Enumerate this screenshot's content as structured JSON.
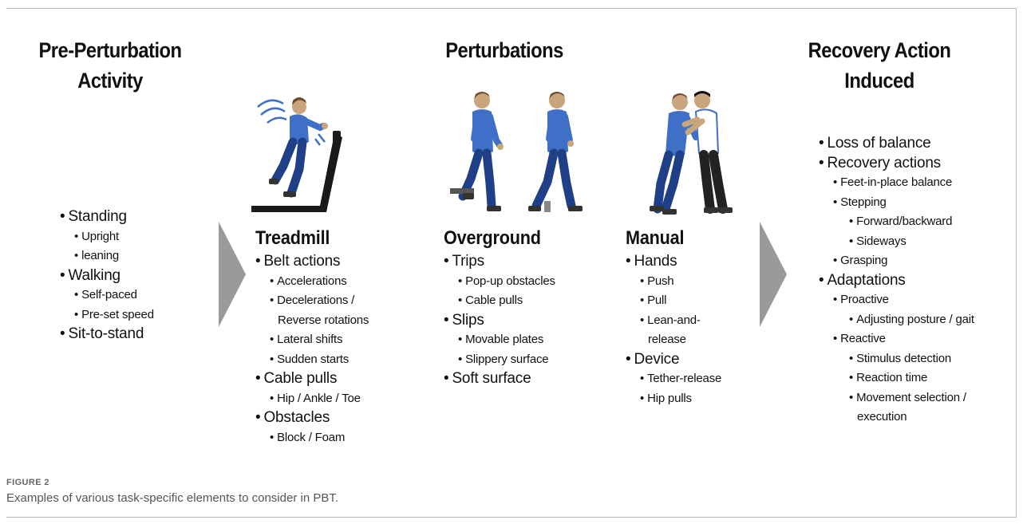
{
  "headers": {
    "pre_line1": "Pre-Perturbation",
    "pre_line2": "Activity",
    "perturbations": "Perturbations",
    "recovery_line1": "Recovery Action",
    "recovery_line2": "Induced"
  },
  "pre_activity": [
    {
      "text": "Standing",
      "level": 1
    },
    {
      "text": "Upright",
      "level": 2
    },
    {
      "text": "leaning",
      "level": 2
    },
    {
      "text": "Walking",
      "level": 1
    },
    {
      "text": "Self-paced",
      "level": 2
    },
    {
      "text": "Pre-set speed",
      "level": 2
    },
    {
      "text": "Sit-to-stand",
      "level": 1
    }
  ],
  "treadmill": {
    "title": "Treadmill",
    "items": [
      {
        "text": "Belt actions",
        "level": 1
      },
      {
        "text": "Accelerations",
        "level": 2
      },
      {
        "text": "Decelerations /",
        "level": 2
      },
      {
        "text": "Reverse rotations",
        "level": 0
      },
      {
        "text": "Lateral shifts",
        "level": 2
      },
      {
        "text": "Sudden starts",
        "level": 2
      },
      {
        "text": "Cable pulls",
        "level": 1
      },
      {
        "text": "Hip / Ankle / Toe",
        "level": 2
      },
      {
        "text": "Obstacles",
        "level": 1
      },
      {
        "text": "Block / Foam",
        "level": 2
      }
    ]
  },
  "overground": {
    "title": "Overground",
    "items": [
      {
        "text": "Trips",
        "level": 1
      },
      {
        "text": "Pop-up obstacles",
        "level": 2
      },
      {
        "text": "Cable pulls",
        "level": 2
      },
      {
        "text": "Slips",
        "level": 1
      },
      {
        "text": "Movable plates",
        "level": 2
      },
      {
        "text": "Slippery surface",
        "level": 2
      },
      {
        "text": "Soft surface",
        "level": 1
      }
    ]
  },
  "manual": {
    "title": "Manual",
    "items": [
      {
        "text": "Hands",
        "level": 1
      },
      {
        "text": "Push",
        "level": 2
      },
      {
        "text": "Pull",
        "level": 2
      },
      {
        "text": "Lean-and-",
        "level": 2
      },
      {
        "text": "release",
        "level": 0
      },
      {
        "text": "Device",
        "level": 1
      },
      {
        "text": "Tether-release",
        "level": 2
      },
      {
        "text": "Hip pulls",
        "level": 2
      }
    ]
  },
  "recovery": [
    {
      "text": "Loss of balance",
      "level": 1
    },
    {
      "text": "Recovery actions",
      "level": 1
    },
    {
      "text": "Feet-in-place balance",
      "level": 2
    },
    {
      "text": "Stepping",
      "level": 2
    },
    {
      "text": "Forward/backward",
      "level": 3
    },
    {
      "text": "Sideways",
      "level": 3
    },
    {
      "text": "Grasping",
      "level": 2
    },
    {
      "text": "Adaptations",
      "level": 1
    },
    {
      "text": "Proactive",
      "level": 2
    },
    {
      "text": "Adjusting posture / gait",
      "level": 3
    },
    {
      "text": "Reactive",
      "level": 2
    },
    {
      "text": "Stimulus detection",
      "level": 3
    },
    {
      "text": "Reaction time",
      "level": 3
    },
    {
      "text": "Movement selection /",
      "level": 3
    },
    {
      "text": "execution",
      "level": "cont3"
    }
  ],
  "caption": {
    "label": "FIGURE 2",
    "text": "Examples of various task-specific elements to consider in PBT."
  },
  "colors": {
    "arrow": "#9a9a9a",
    "shirt": "#3f6fc6",
    "pants": "#1f3f86",
    "skin": "#c8a57a",
    "treadmill": "#1a1a1a"
  }
}
